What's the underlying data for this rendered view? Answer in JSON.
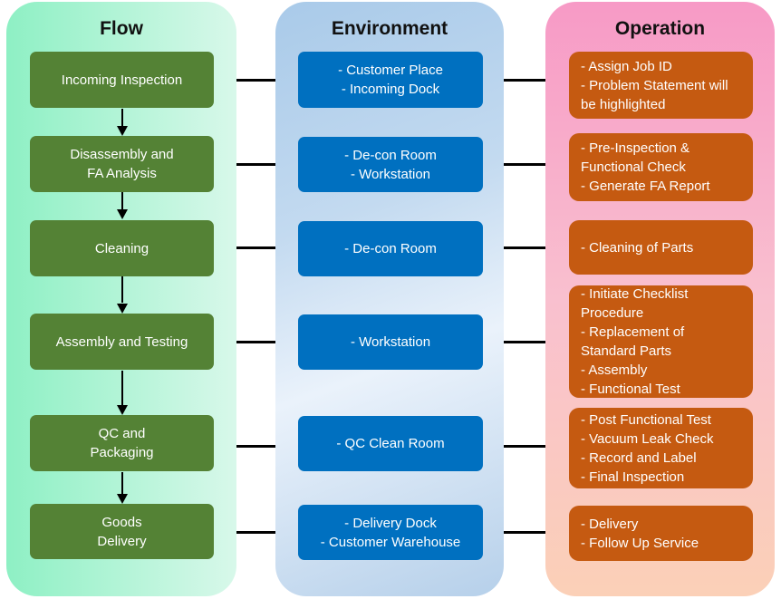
{
  "columns": {
    "flow": "Flow",
    "environment": "Environment",
    "operation": "Operation"
  },
  "flow": [
    "Incoming Inspection",
    "Disassembly and\nFA Analysis",
    "Cleaning",
    "Assembly and Testing",
    "QC and\nPackaging",
    "Goods\nDelivery"
  ],
  "environment": [
    "- Customer Place\n- Incoming Dock",
    "- De-con Room\n- Workstation",
    "- De-con Room",
    "- Workstation",
    "- QC Clean Room",
    "- Delivery Dock\n- Customer Warehouse"
  ],
  "operation": [
    "- Assign Job ID\n- Problem Statement will\nbe highlighted",
    "- Pre-Inspection  &\nFunctional Check\n- Generate FA Report",
    "- Cleaning of Parts",
    "- Initiate Checklist\nProcedure\n- Replacement  of\nStandard Parts\n- Assembly\n- Functional Test",
    "- Post Functional Test\n- Vacuum Leak Check\n- Record and Label\n- Final Inspection",
    "- Delivery\n- Follow Up Service"
  ],
  "colors": {
    "flow_column": "#8ef0c4",
    "environment_column": "#a9cae9",
    "operation_column": "#f79ac6",
    "flow_box": "#548235",
    "environment_box": "#0070c0",
    "operation_box": "#c55a11",
    "connector": "#000000"
  }
}
